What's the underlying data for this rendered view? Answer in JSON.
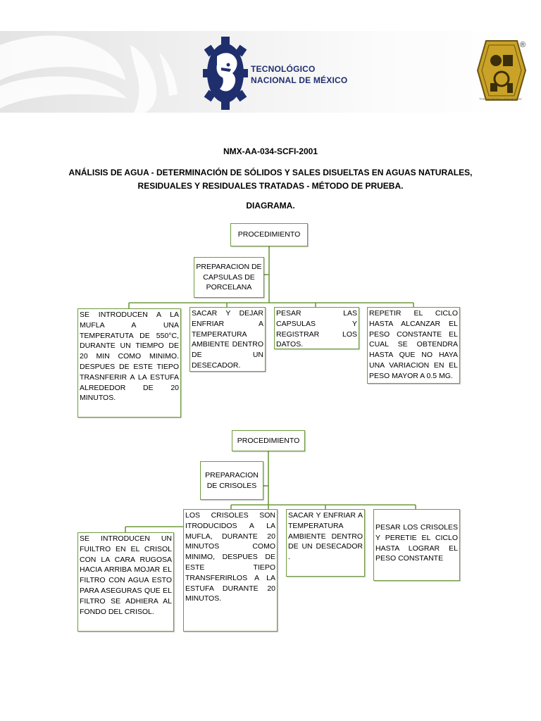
{
  "header": {
    "institution_name_line1": "TECNOLÓGICO",
    "institution_name_line2": "NACIONAL DE MÉXICO",
    "seal_registered_mark": "®",
    "seal_motto": "\"POR MI PATRIA Y POR MI BIEN\"",
    "colors": {
      "institution_blue": "#1f2f6e",
      "seal_gold": "#c9a227"
    }
  },
  "document": {
    "code": "NMX-AA-034-SCFI-2001",
    "title_line1": "ANÁLISIS DE AGUA - DETERMINACIÓN DE SÓLIDOS Y SALES DISUELTAS EN AGUAS NATURALES,",
    "title_line2": "RESIDUALES Y RESIDUALES TRATADAS - MÉTODO DE PRUEBA.",
    "section": "DIAGRAMA."
  },
  "diagram1": {
    "root": "PROCEDIMIENTO",
    "branch": "PREPARACION DE CAPSULAS DE PORCELANA",
    "steps": [
      "SE INTRODUCEN A LA MUFLA A UNA TEMPERATUTA DE 550°C, DURANTE UN TIEMPO DE 20 MIN COMO MINIMO. DESPUES DE ESTE TIEPO TRASNFERIR A LA ESTUFA ALREDEDOR DE 20 MINUTOS.",
      "SACAR Y DEJAR ENFRIAR A TEMPERATURA AMBIENTE DENTRO DE UN DESECADOR.",
      "PESAR LAS CAPSULAS Y REGISTRAR LOS DATOS.",
      "REPETIR EL CICLO HASTA ALCANZAR EL PESO CONSTANTE EL CUAL SE OBTENDRA HASTA QUE NO HAYA UNA VARIACION EN EL PESO MAYOR A 0.5 MG."
    ]
  },
  "diagram2": {
    "root": "PROCEDIMIENTO",
    "branch": "PREPARACION DE CRISOLES",
    "steps": [
      "SE INTRODUCEN UN FUILTRO EN EL CRISOL CON LA CARA RUGOSA HACIA ARRIBA MOJAR EL FILTRO CON AGUA ESTO PARA ASEGURAS QUE EL FILTRO SE ADHIERA AL FONDO DEL CRISOL.",
      "LOS CRISOLES SON ITRODUCIDOS A LA MUFLA, DURANTE 20 MINUTOS COMO MINIMO, DESPUES DE ESTE TIEPO TRANSFERIRLOS A LA ESTUFA DURANTE 20 MINUTOS.",
      "SACAR Y ENFRIAR A TEMPERATURA AMBIENTE DENTRO DE UN DESECADOR .",
      "PESAR LOS CRISOLES Y PERETIE EL CICLO HASTA LOGRAR EL PESO CONSTANTE"
    ]
  },
  "colors": {
    "box_border": "#6e9a3c",
    "connector": "#6e9a3c"
  }
}
